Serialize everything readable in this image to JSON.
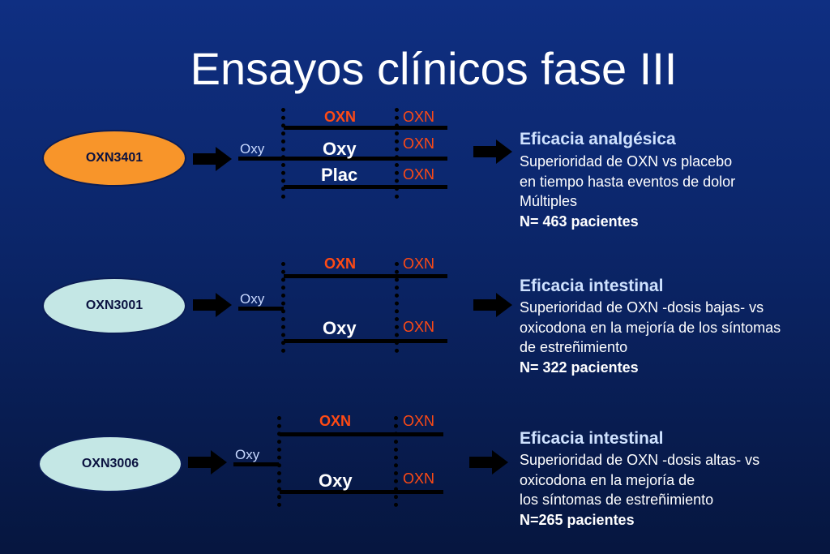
{
  "title": "Ensayos clínicos fase III",
  "colors": {
    "orange": "#f8952a",
    "light": "#c4e7e5",
    "red": "#ff4a14",
    "accent": "#cfe2ff"
  },
  "trials": [
    {
      "name": "OXN3401",
      "start_label": "Oxy",
      "top_left": "OXN",
      "top_right": "OXN",
      "middle_left": "Oxy",
      "middle_right": "OXN",
      "lower_left": "Plac",
      "lower_right": "OXN",
      "result_title": "Eficacia analgésica",
      "result_lines": [
        "Superioridad de OXN vs placebo",
        "en tiempo hasta eventos de dolor",
        "Múltiples"
      ],
      "patients": "N= 463 pacientes"
    },
    {
      "name": "OXN3001",
      "start_label": "Oxy",
      "top_left": "OXN",
      "top_right": "OXN",
      "lower_left": "Oxy",
      "lower_right": "OXN",
      "result_title": "Eficacia intestinal",
      "result_lines": [
        "Superioridad de OXN -dosis bajas- vs",
        "oxicodona en la mejoría de los síntomas",
        "de estreñimiento"
      ],
      "patients": "N= 322 pacientes"
    },
    {
      "name": "OXN3006",
      "start_label": "Oxy",
      "top_left": "OXN",
      "top_right": "OXN",
      "lower_left": "Oxy",
      "lower_right": "OXN",
      "result_title": "Eficacia intestinal",
      "result_lines": [
        "Superioridad de OXN -dosis altas- vs",
        "oxicodona en la mejoría de",
        "los síntomas de estreñimiento"
      ],
      "patients": "N=265 pacientes"
    }
  ]
}
